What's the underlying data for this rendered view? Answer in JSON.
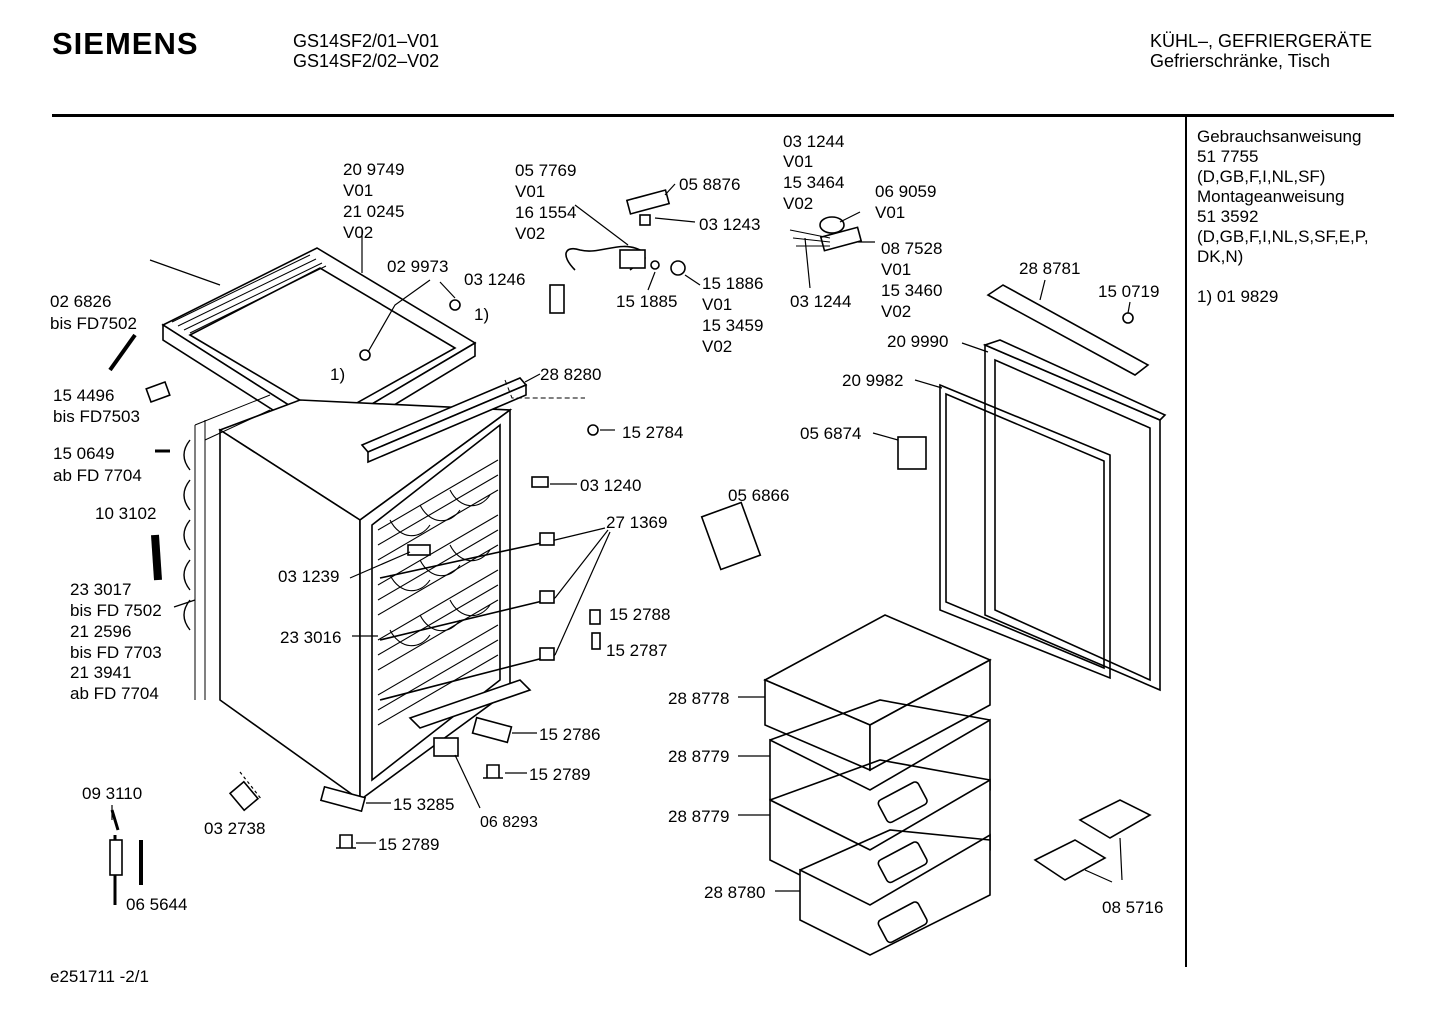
{
  "header": {
    "brand": "SIEMENS",
    "models": [
      "GS14SF2/01–V01",
      "GS14SF2/02–V02"
    ],
    "category": "KÜHL–, GEFRIERGERÄTE",
    "subcategory": "Gefrierschränke, Tisch"
  },
  "sidebar": {
    "lines": [
      "Gebrauchsanweisung",
      "51 7755",
      "(D,GB,F,I,NL,SF)",
      "Montageanweisung",
      "51 3592",
      "(D,GB,F,I,NL,S,SF,E,P,",
      "DK,N)"
    ],
    "footnote": "1)  01 9829"
  },
  "labels": {
    "l01": "20 9749",
    "l02": "V01",
    "l03": "21 0245",
    "l04": "V02",
    "l05": "05 7769",
    "l06": "V01",
    "l07": "16 1554",
    "l08": "V02",
    "l09": "05 8876",
    "l10": "03 1243",
    "l11": "03 1244",
    "l12": "V01",
    "l13": "15 3464",
    "l14": "V02",
    "l15": "06 9059",
    "l16": "V01",
    "l17": "08 7528",
    "l18": "V01",
    "l19": "15 3460",
    "l20": "V02",
    "l21": "03 1244",
    "l22": "02 9973",
    "l23": "1)",
    "l24": "03 1246",
    "l25": "15 1886",
    "l26": "V01",
    "l27": "15 3459",
    "l28": "V02",
    "l29": "15 1885",
    "l30": "02 6826",
    "l31": "bis FD7502",
    "l32": "1)",
    "l33": "28 8280",
    "l34": "15 4496",
    "l35": "bis FD7503",
    "l36": "15 2784",
    "l37": "15 0649",
    "l38": "ab FD 7704",
    "l39": "03 1240",
    "l40": "10 3102",
    "l41": "05 6866",
    "l42": "27 1369",
    "l43": "03 1239",
    "l44": "23 3017",
    "l45": "bis FD 7502",
    "l46": "21 2596",
    "l47": "bis FD 7703",
    "l48": "21 3941",
    "l49": "ab FD 7704",
    "l50": "23 3016",
    "l51": "15 2788",
    "l52": "15 2787",
    "l53": "28 8781",
    "l54": "15 0719",
    "l55": "20 9990",
    "l56": "20 9982",
    "l57": "05 6874",
    "l58": "28 8778",
    "l59": "28 8779",
    "l60": "28 8779",
    "l61": "28 8780",
    "l62": "15 2786",
    "l63": "15 2789",
    "l64": "15 3285",
    "l65": "06 8293",
    "l66": "09 3110",
    "l67": "03 2738",
    "l68": "15 2789",
    "l69": "06 5644",
    "l70": "08 5716"
  },
  "footer": {
    "code": "e251711 -2/1"
  }
}
